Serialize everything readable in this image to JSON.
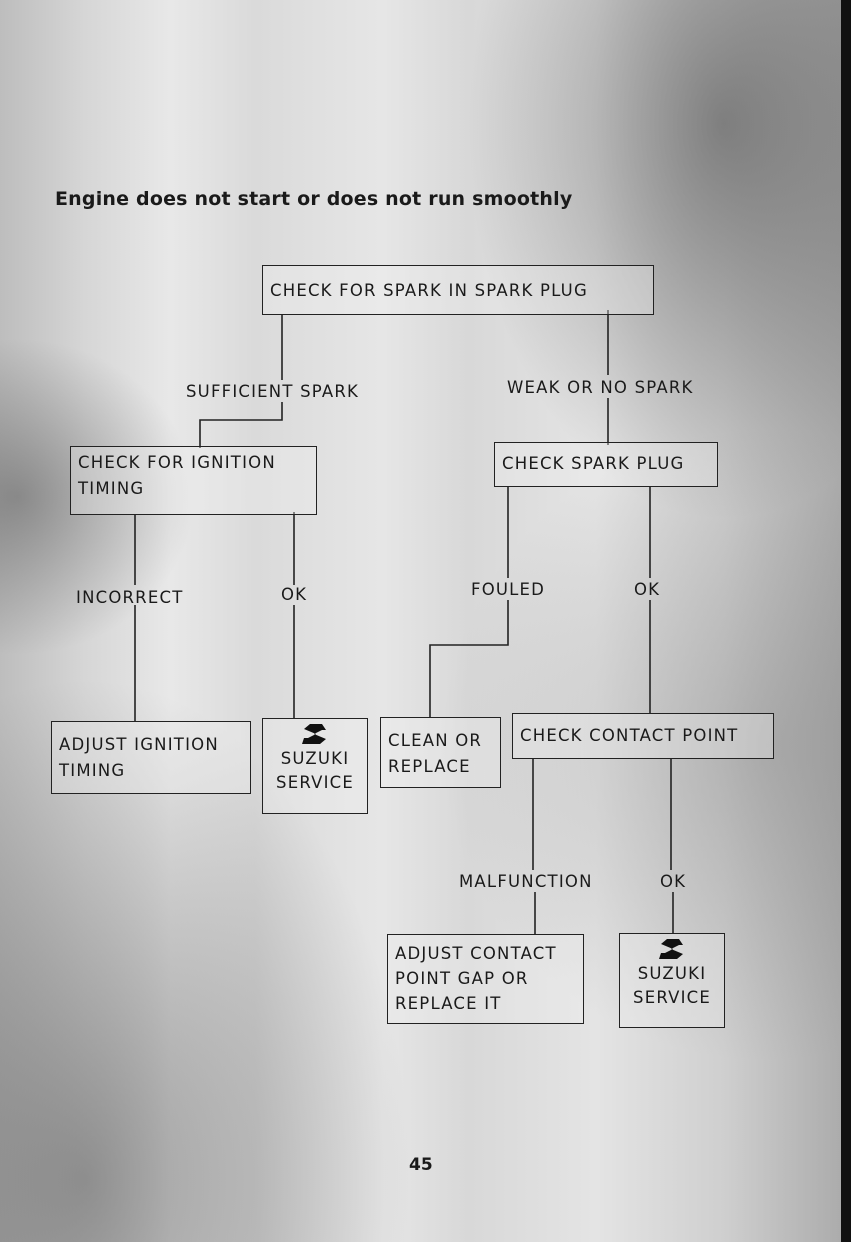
{
  "title": "Engine does not start or does not run smoothly",
  "nodes": {
    "check_spark": "CHECK FOR SPARK IN SPARK PLUG",
    "check_timing_1": "CHECK FOR IGNITION",
    "check_timing_2": "TIMING",
    "check_plug": "CHECK SPARK PLUG",
    "adjust_timing_1": "ADJUST IGNITION",
    "adjust_timing_2": "TIMING",
    "service_1_line1": "SUZUKI",
    "service_1_line2": "SERVICE",
    "clean_1": "CLEAN OR",
    "clean_2": "REPLACE",
    "check_contact": "CHECK CONTACT POINT",
    "adjust_contact_1": "ADJUST CONTACT",
    "adjust_contact_2": "POINT GAP OR",
    "adjust_contact_3": "REPLACE IT",
    "service_2_line1": "SUZUKI",
    "service_2_line2": "SERVICE"
  },
  "edges": {
    "sufficient_spark": "SUFFICIENT SPARK",
    "weak_or_no_spark": "WEAK OR NO SPARK",
    "incorrect": "INCORRECT",
    "timing_ok": "OK",
    "fouled": "FOULED",
    "plug_ok": "OK",
    "malfunction": "MALFUNCTION",
    "contact_ok": "OK"
  },
  "icons": {
    "service_logo": "suzuki-s-logo"
  },
  "page_number": "45"
}
